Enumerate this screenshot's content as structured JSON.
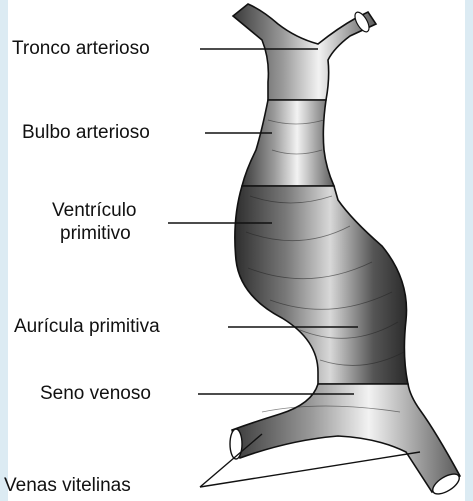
{
  "labels": {
    "tronco": "Tronco arterioso",
    "bulbo": "Bulbo arterioso",
    "ventriculo_line1": "Ventrículo",
    "ventriculo_line2": "primitivo",
    "auricula": "Aurícula primitiva",
    "seno": "Seno venoso",
    "venas": "Venas vitelinas"
  },
  "colors": {
    "edge_tint": "#dcebf3",
    "ink": "#111111",
    "tissue_dark": "#3a3a3a",
    "tissue_mid": "#8a8a8a",
    "tissue_light": "#f4f4f4"
  }
}
